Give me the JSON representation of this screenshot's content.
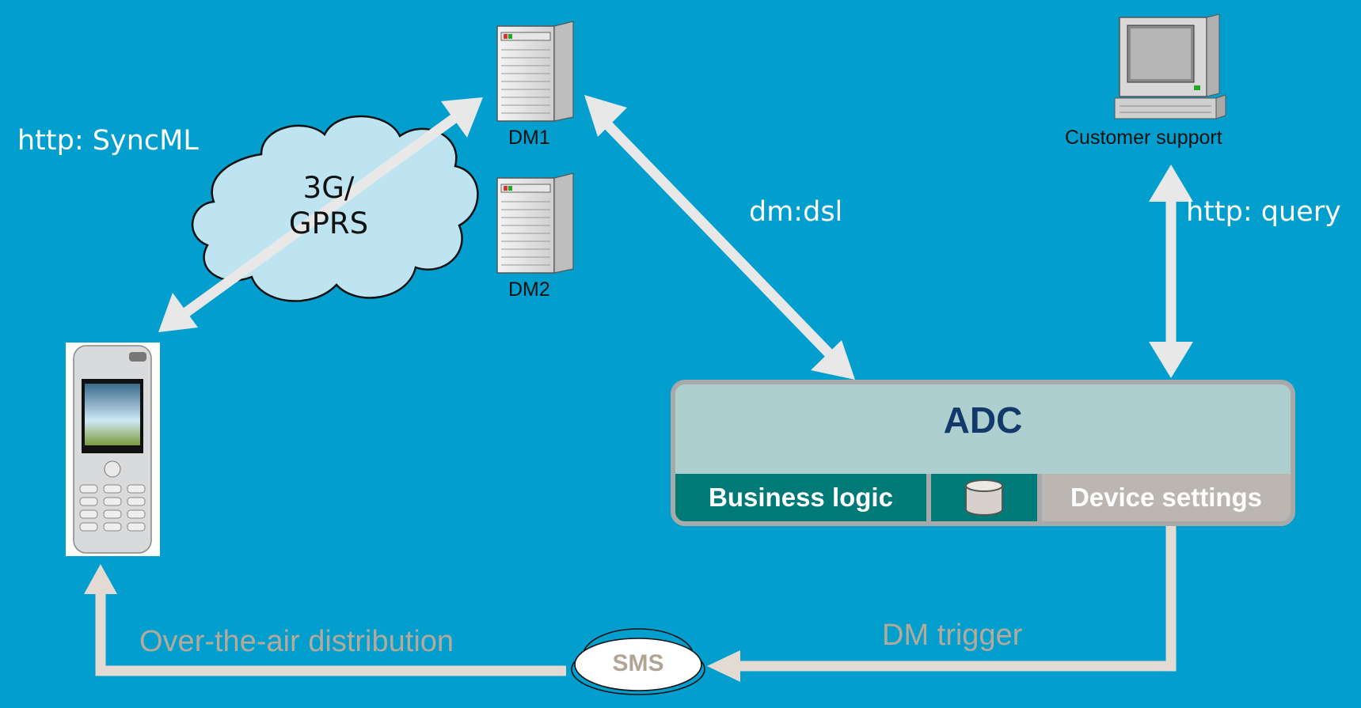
{
  "labels": {
    "protocol_left": "http: SyncML",
    "cloud_line1": "3G/",
    "cloud_line2": "GPRS",
    "dm1": "DM1",
    "dm2": "DM2",
    "dm_dsl": "dm:dsl",
    "customer_support": "Customer support",
    "http_query": "http: query",
    "ota": "Over-the-air distribution",
    "dm_trigger": "DM trigger",
    "sms": "SMS"
  },
  "adc": {
    "title": "ADC",
    "business_logic": "Business logic",
    "device_settings": "Device settings"
  },
  "colors": {
    "background": "#019ECE",
    "arrow_light": "#e8e8e8",
    "arrow_beige": "#e3dbd2",
    "adc_header": "#aecfcf",
    "adc_teal": "#007a76",
    "adc_border": "#a9a9a9",
    "adc_title": "#13386a",
    "cloud_fill": "#bfe4f1"
  },
  "icons": [
    "server-icon",
    "server-icon",
    "computer-icon",
    "mobile-phone-icon",
    "database-icon",
    "cloud-icon"
  ]
}
